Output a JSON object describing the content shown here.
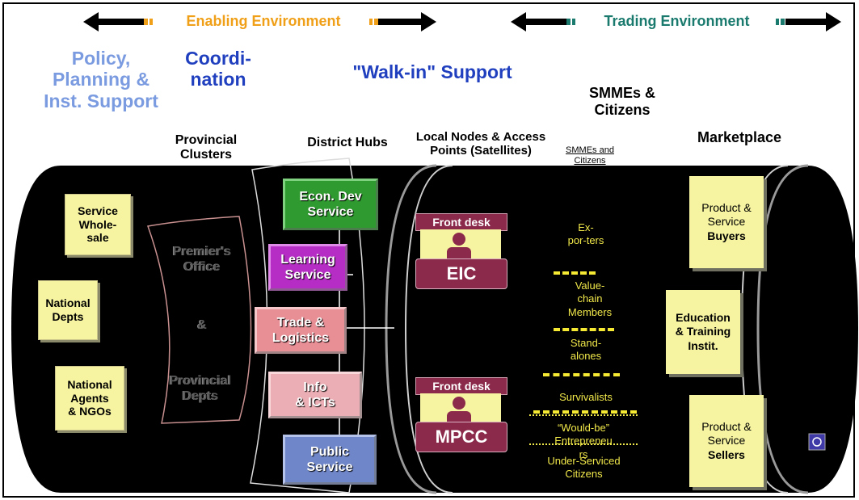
{
  "header": {
    "enabling_label": "Enabling Environment",
    "trading_label": "Trading Environment"
  },
  "titles": {
    "policy": "Policy,\nPlanning &\nInst. Support",
    "coordination": "Coordi-\nnation",
    "walkin": "\"Walk-in\" Support",
    "smmes": "SMMEs &\nCitizens"
  },
  "columns": {
    "provincial": "Provincial\nClusters",
    "district": "District Hubs",
    "local": "Local Nodes & Access\nPoints (Satellites)",
    "smmes_small": "SMMEs and\nCitizens",
    "marketplace": "Marketplace"
  },
  "left_boxes": [
    "Service\nWhole-\nsale",
    "National\nDepts",
    "National\nAgents\n& NGOs"
  ],
  "provincial_cluster": {
    "premier": "Premier's\nOffice",
    "amp": "&",
    "depts": "Provincial\nDepts"
  },
  "hubs": [
    {
      "label": "Econ. Dev\nService",
      "color": "#2f9a2f"
    },
    {
      "label": "Learning\nService",
      "color": "#b52dc4"
    },
    {
      "label": "Trade &\nLogistics",
      "color": "#e88f96"
    },
    {
      "label": "Info\n& ICTs",
      "color": "#ebaeb4"
    },
    {
      "label": "Public\nService",
      "color": "#6f86c9"
    }
  ],
  "local_nodes": [
    {
      "front": "Front desk",
      "name": "EIC"
    },
    {
      "front": "Front desk",
      "name": "MPCC"
    }
  ],
  "smme_categories": {
    "exporters": "Ex-\npor-ters",
    "value_chain": "Value-\nchain\nMembers",
    "standalones": "Stand-\nalones",
    "survivalists": "Survivalists",
    "would_be": "“Would-be”\nEntrepreneu\nrs",
    "underserviced": "Under-Serviced\nCitizens"
  },
  "marketplace_boxes": [
    {
      "line1": "Product &\nService",
      "line2": "Buyers"
    },
    {
      "line1": "Education\n& Training\nInstit.",
      "line2": ""
    },
    {
      "line1": "Product &\nService",
      "line2": "Sellers"
    }
  ],
  "colors": {
    "enabling_orange": "#f0a018",
    "trading_teal": "#1a7a6e",
    "policy_blue": "#7b9be0",
    "coord_blue": "#1f3fbf",
    "cylinder_black": "#000000",
    "sticky_yellow": "#f6f4a0",
    "maroon": "#8b2a4a"
  }
}
